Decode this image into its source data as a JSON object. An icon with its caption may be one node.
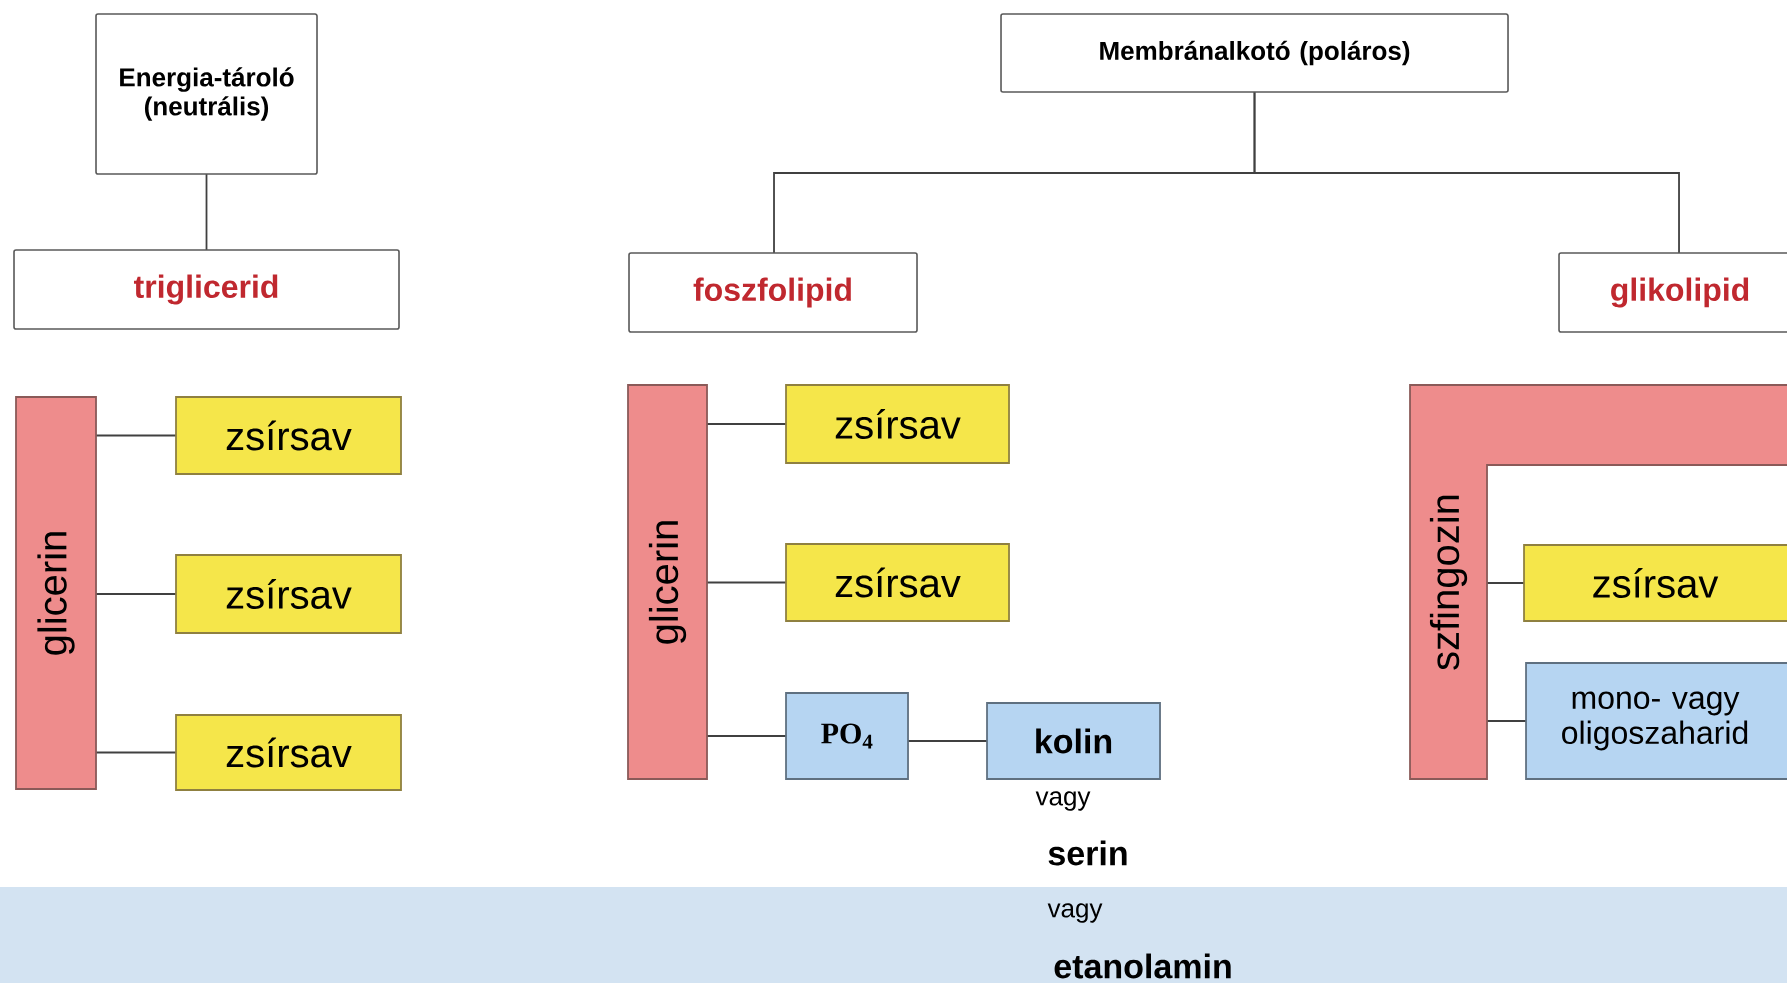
{
  "diagram": {
    "nodes": [
      {
        "text": [
          "Energia-tároló (neutrális)"
        ]
      },
      {
        "text": [
          "triglicerid"
        ]
      },
      {
        "text": [
          "glicerin"
        ]
      },
      {
        "text": [
          "zsírsav"
        ]
      },
      {
        "text": [
          "zsírsav"
        ]
      },
      {
        "text": [
          "zsírsav"
        ]
      },
      {
        "text": [
          "Membránalkotó (poláros)"
        ]
      },
      {
        "text": [
          "foszfolipid"
        ]
      },
      {
        "text": [
          "glicerin"
        ]
      },
      {
        "text": [
          "zsírsav"
        ]
      },
      {
        "text": [
          "zsírsav"
        ]
      },
      {
        "text": [
          "PO$_{4}$"
        ]
      },
      {
        "text": [
          "kolin"
        ],
        "beside": [
          "vagy",
          "serin",
          "vagy",
          "etanolamin"
        ]
      },
      {
        "text": [
          "glikolipid"
        ]
      },
      {
        "text": [
          "szfingozin"
        ]
      },
      {
        "text": [
          "zsírsav"
        ]
      },
      {
        "text": [
          "mono- vagy oligoszaharid"
        ]
      }
    ],
    "edges": [
      {
        "from": 0,
        "to": 1,
        "arrow": "none"
      },
      {
        "from": 2,
        "to": 3,
        "arrow": "none"
      },
      {
        "from": 2,
        "to": 4,
        "arrow": "none"
      },
      {
        "from": 2,
        "to": 5,
        "arrow": "none"
      },
      {
        "from": 6,
        "to": 7,
        "arrow": "none"
      },
      {
        "from": 6,
        "to": 13,
        "arrow": "none"
      },
      {
        "from": 8,
        "to": 9,
        "arrow": "none"
      },
      {
        "from": 8,
        "to": 10,
        "arrow": "none"
      },
      {
        "from": 8,
        "to": 11,
        "arrow": "none"
      },
      {
        "from": 11,
        "to": 12,
        "arrow": "none"
      },
      {
        "from": 14,
        "to": 15,
        "arrow": "none"
      },
      {
        "from": 14,
        "to": 16,
        "arrow": "none"
      }
    ]
  }
}
